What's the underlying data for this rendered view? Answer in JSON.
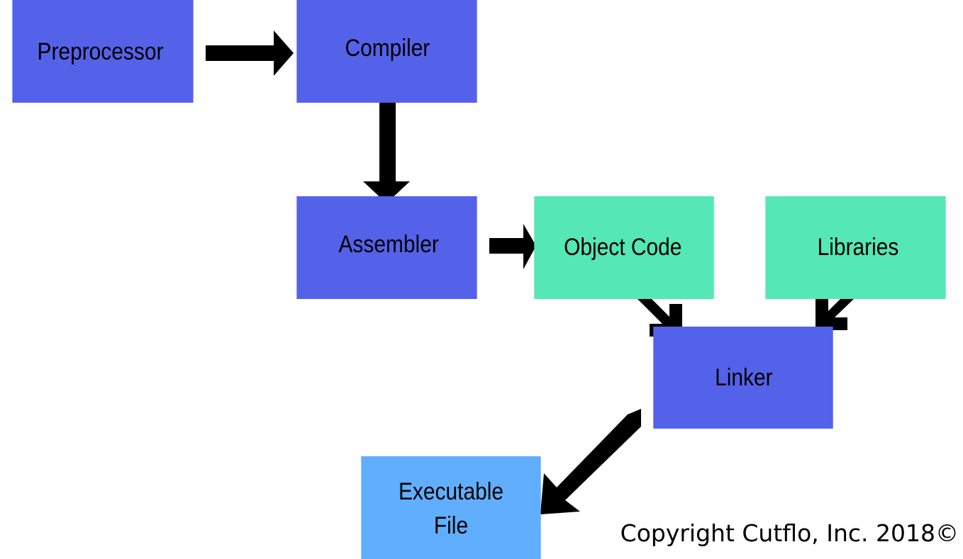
{
  "nodes": {
    "preprocessor": "Preprocessor",
    "compiler": "Compiler",
    "assembler": "Assembler",
    "object_code": "Object Code",
    "libraries": "Libraries",
    "linker": "Linker",
    "executable_line1": "Executable",
    "executable_line2": "File"
  },
  "copyright": "Copyright Cutflo, Inc. 2018©",
  "colors": {
    "process_box": "#5462e9",
    "intermediate_box": "#55e7b6",
    "output_box": "#61aefe",
    "arrow": "#000000"
  }
}
